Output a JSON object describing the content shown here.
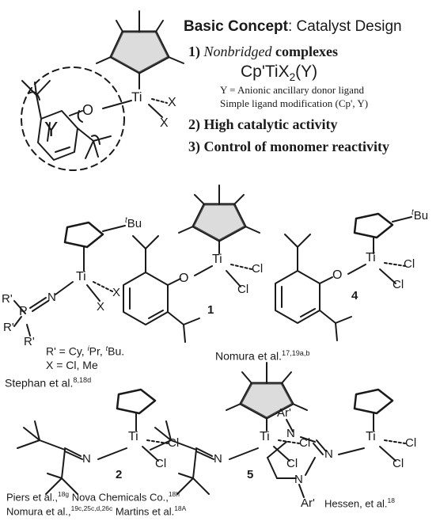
{
  "heading": {
    "prefix": "Basic Concept",
    "suffix": ": Catalyst Design"
  },
  "concept": {
    "item1_num": "1)",
    "item1_ital": "Nonbridged",
    "item1_rest": "complexes",
    "formula_main": "Cp'TiX",
    "formula_sub": "2",
    "formula_tail": "(Y)",
    "note_y": "Y = Anionic ancillary donor ligand",
    "note_mod": "Simple ligand modification (Cp', Y)",
    "item2": "2) High catalytic activity",
    "item3": "3) Control of monomer reactivity"
  },
  "atoms": {
    "ti": "Ti",
    "x": "X",
    "cl": "Cl",
    "o": "O",
    "n": "N",
    "p": "P",
    "y": "Y",
    "rp": "R'",
    "arp": "Ar'",
    "tbu_sup": "t",
    "tbu_main": "Bu"
  },
  "phosphinimide": {
    "r_prefix": "R' = Cy, ",
    "ipr_sup": "i",
    "ipr_main": "Pr, ",
    "tbu_sup": "t",
    "tbu_main": "Bu.",
    "x_line": "X = Cl, Me"
  },
  "labels": {
    "compound1": "1",
    "compound4": "4",
    "compound2": "2",
    "compound5": "5"
  },
  "refs": {
    "stephan": "Stephan et al.",
    "stephan_sup": "8,18d",
    "nomura_top": "Nomura et al.",
    "nomura_top_sup": "17,19a,b",
    "piers": "Piers et al.,",
    "piers_sup": "18g",
    "nova": " Nova Chemicals Co.,",
    "nova_sup": "18h",
    "nomura_bot": "Nomura et al.,",
    "nomura_bot_sup": "19c,25c,d,26c",
    "martins": " Martins et al.",
    "martins_sup": "18A",
    "hessen": "Hessen, et al.",
    "hessen_sup": "18"
  }
}
